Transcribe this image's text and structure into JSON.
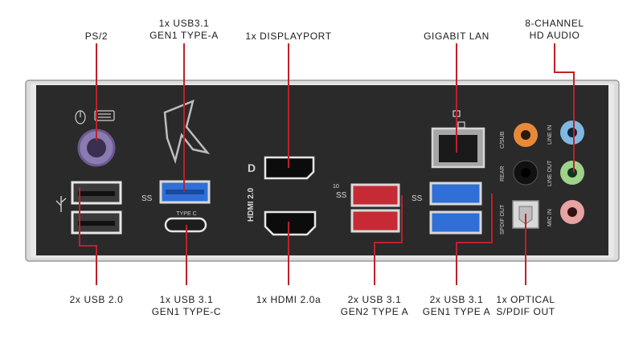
{
  "labels": {
    "ps2": "PS/2",
    "usb31_gen1_a": [
      "1x USB3.1",
      "GEN1 TYPE-A"
    ],
    "displayport": "1x DISPLAYPORT",
    "gigabit_lan": "GIGABIT LAN",
    "audio": [
      "8-CHANNEL",
      "HD AUDIO"
    ],
    "usb20": "2x USB 2.0",
    "usb31_gen1_c": [
      "1x USB 3.1",
      "GEN1 TYPE-C"
    ],
    "hdmi": "1x HDMI 2.0a",
    "usb31_gen2_a": [
      "2x USB 3.1",
      "GEN2 TYPE A"
    ],
    "usb31_gen1_a2": [
      "2x USB 3.1",
      "GEN1 TYPE A"
    ],
    "optical": [
      "1x OPTICAL",
      "S/PDIF OUT"
    ]
  },
  "panel_text": {
    "type_c": "TYPE C",
    "hdmi_vertical": "HDMI 2.0",
    "c_sub": "C/SUB",
    "rear": "REAR",
    "spdif_out": "SPDIF OUT",
    "line_in": "LINE IN",
    "line_out": "LINE OUT",
    "mic_in": "MIC IN",
    "ss10": "10"
  },
  "colors": {
    "panel": "#2a2a2a",
    "bracket": "#d6d6d6",
    "leader": "#c0202a",
    "usb3_blue": "#2f6fd6",
    "usb31_gen2_red": "#c52a35",
    "audio_orange": "#e8893a",
    "audio_blue": "#7fb8e0",
    "audio_green": "#9fd28a",
    "audio_pink": "#e7a2a2",
    "ps2": "#8b7bb0"
  }
}
